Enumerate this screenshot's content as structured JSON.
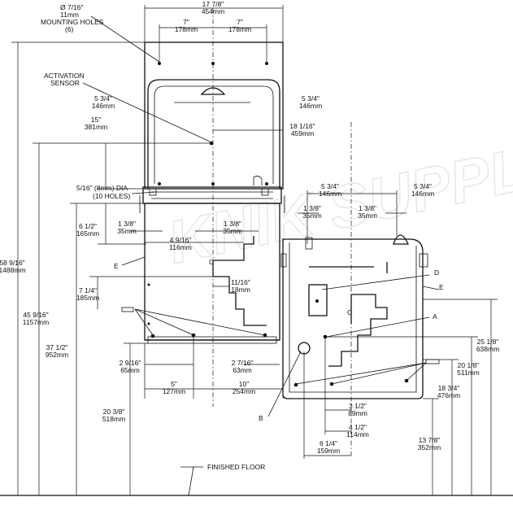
{
  "watermark": "KNIK SUPPLY",
  "labels": {
    "mount_holes_1": "Ø 7/16\"",
    "mount_holes_2": "11mm",
    "mount_holes_3": "MOUNTING HOLES",
    "mount_holes_4": "(6)",
    "activation_1": "ACTIVATION",
    "activation_2": "SENSOR",
    "dia_1": "5/16\" (8mm) DIA",
    "dia_2": "(10 HOLES)",
    "finished_floor": "FINISHED FLOOR",
    "ref_a": "A",
    "ref_b": "B",
    "ref_d": "D",
    "ref_e_left": "E",
    "ref_e_right": "E",
    "cl_left": "C",
    "cl_right": "C"
  },
  "dims": [
    {
      "id": "top-width",
      "imp": "17 7/8\"",
      "met": "454mm"
    },
    {
      "id": "top-left-7",
      "imp": "7\"",
      "met": "178mm"
    },
    {
      "id": "top-right-7",
      "imp": "7\"",
      "met": "178mm"
    },
    {
      "id": "sensor-left-534",
      "imp": "5 3/4\"",
      "met": "146mm"
    },
    {
      "id": "sensor-right-534",
      "imp": "5 3/4\"",
      "met": "146mm"
    },
    {
      "id": "height-15",
      "imp": "15\"",
      "met": "381mm"
    },
    {
      "id": "width-18116",
      "imp": "18 1/16\"",
      "met": "459mm"
    },
    {
      "id": "height-612",
      "imp": "6 1/2\"",
      "met": "165mm"
    },
    {
      "id": "left-138",
      "imp": "1 3/8\"",
      "met": "35mm"
    },
    {
      "id": "center-138",
      "imp": "1 3/8\"",
      "met": "35mm"
    },
    {
      "id": "width-4916",
      "imp": "4 9/16\"",
      "met": "116mm"
    },
    {
      "id": "width-1116",
      "imp": "11/16\"",
      "met": "18mm"
    },
    {
      "id": "height-714",
      "imp": "7 1/4\"",
      "met": "185mm"
    },
    {
      "id": "width-2916",
      "imp": "2 9/16\"",
      "met": "65mm"
    },
    {
      "id": "width-2716",
      "imp": "2 7/16\"",
      "met": "63mm"
    },
    {
      "id": "width-5",
      "imp": "5\"",
      "met": "127mm"
    },
    {
      "id": "width-10",
      "imp": "10\"",
      "met": "254mm"
    },
    {
      "id": "height-58916",
      "imp": "58 9/16\"",
      "met": "1488mm"
    },
    {
      "id": "height-45916",
      "imp": "45 9/16\"",
      "met": "1157mm"
    },
    {
      "id": "height-3712",
      "imp": "37 1/2\"",
      "met": "952mm"
    },
    {
      "id": "height-2038",
      "imp": "20 3/8\"",
      "met": "518mm"
    },
    {
      "id": "right-534-left",
      "imp": "5 3/4\"",
      "met": "146mm"
    },
    {
      "id": "right-534-right",
      "imp": "5 3/4\"",
      "met": "146mm"
    },
    {
      "id": "right-138-left",
      "imp": "1 3/8\"",
      "met": "35mm"
    },
    {
      "id": "right-138-right",
      "imp": "1 3/8\"",
      "met": "35mm"
    },
    {
      "id": "right-312",
      "imp": "3 1/2\"",
      "met": "89mm"
    },
    {
      "id": "right-412",
      "imp": "4 1/2\"",
      "met": "114mm"
    },
    {
      "id": "right-614",
      "imp": "6 1/4\"",
      "met": "159mm"
    },
    {
      "id": "height-2518",
      "imp": "25 1/8\"",
      "met": "638mm"
    },
    {
      "id": "height-2018",
      "imp": "20 1/8\"",
      "met": "511mm"
    },
    {
      "id": "height-1834",
      "imp": "18 3/4\"",
      "met": "476mm"
    },
    {
      "id": "height-1378",
      "imp": "13 7/8\"",
      "met": "352mm"
    }
  ]
}
